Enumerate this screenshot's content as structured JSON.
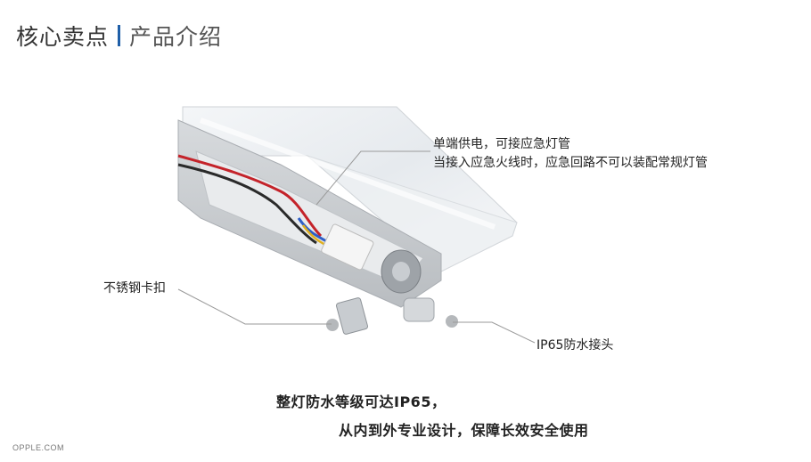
{
  "header": {
    "title_main": "核心卖点",
    "title_sub": "产品介绍",
    "accent_color": "#1f5fa8"
  },
  "callouts": {
    "single_end_line1": "单端供电，可接应急灯管",
    "single_end_line2": "当接入应急火线时，应急回路不可以装配常规灯管",
    "clip": "不锈钢卡扣",
    "connector": "IP65防水接头"
  },
  "headline": {
    "line1": "整灯防水等级可达IP65，",
    "line2": "从内到外专业设计，保障长效安全使用"
  },
  "footer": {
    "brand": "OPPLE.COM"
  },
  "product_image": {
    "icon": "waterproof-batten-light-illustration"
  }
}
